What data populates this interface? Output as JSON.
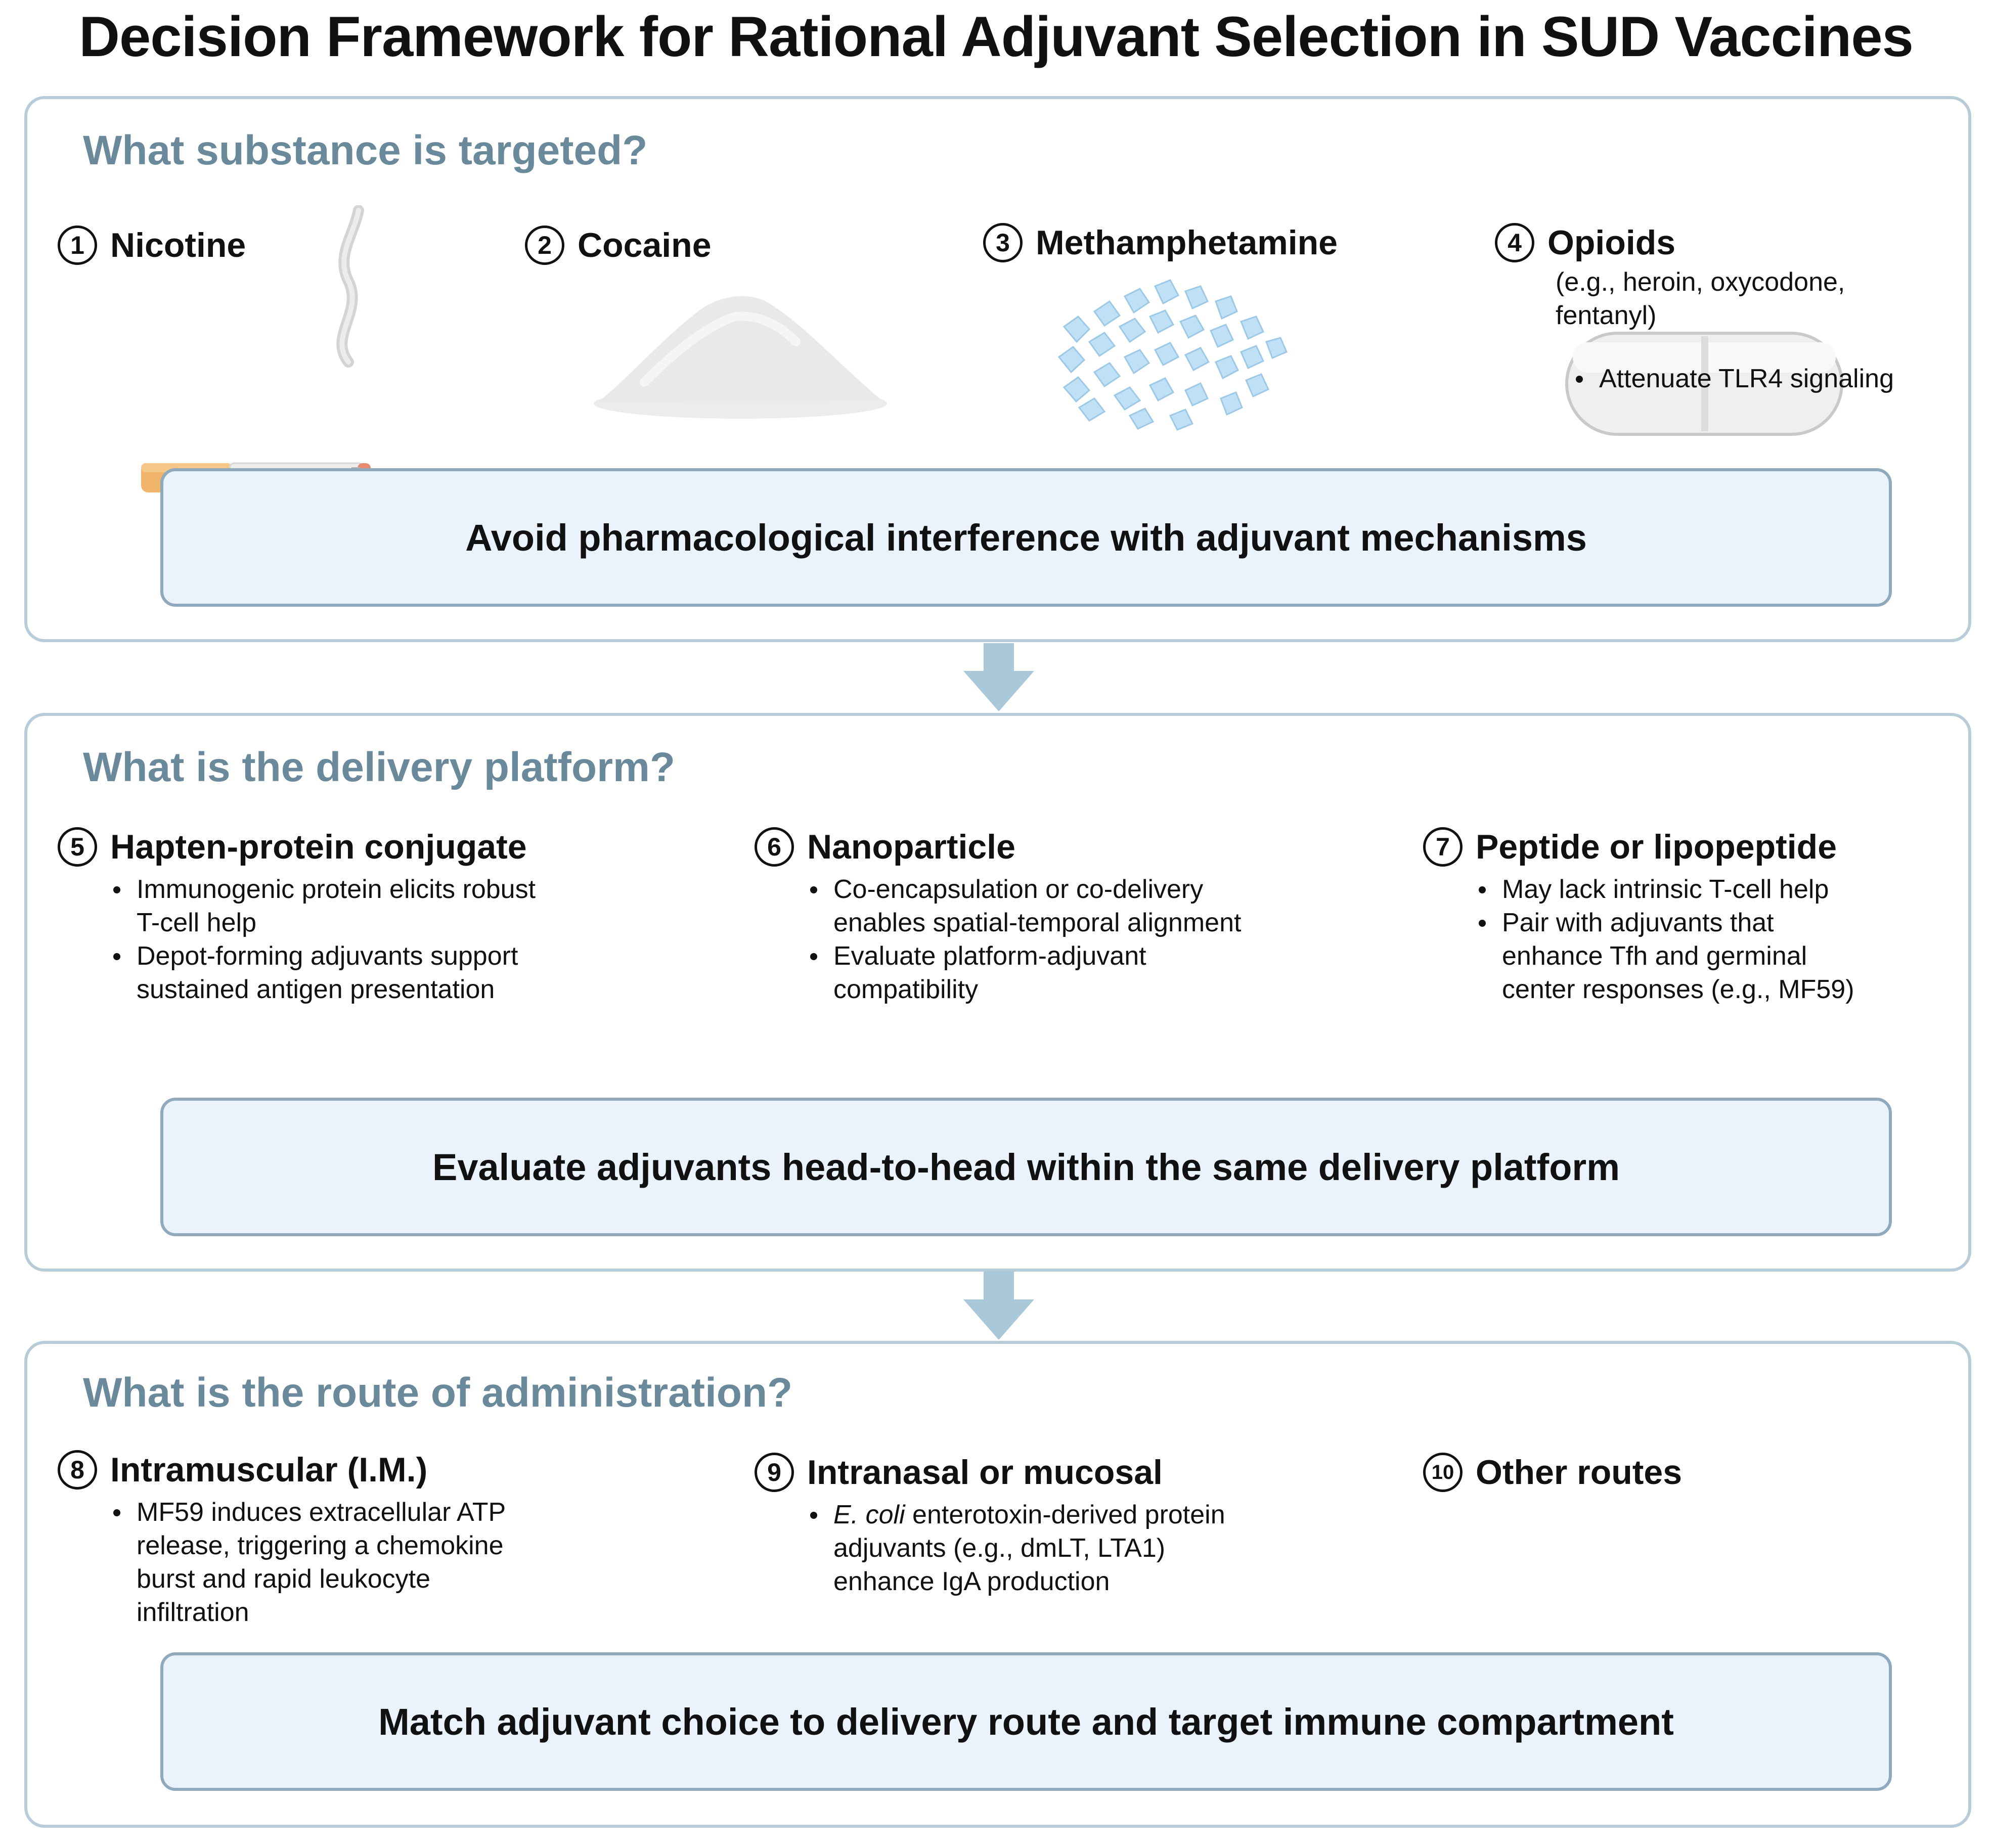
{
  "title": "Decision Framework for Rational Adjuvant Selection in SUD Vaccines",
  "panels": [
    {
      "question": "What substance is targeted?",
      "items": [
        {
          "num": "1",
          "label": "Nicotine"
        },
        {
          "num": "2",
          "label": "Cocaine"
        },
        {
          "num": "3",
          "label": "Methamphetamine"
        },
        {
          "num": "4",
          "label": "Opioids",
          "sub": "(e.g., heroin, oxycodone, fentanyl)",
          "bullets": [
            "Attenuate TLR4 signaling"
          ]
        }
      ],
      "callout": "Avoid pharmacological interference with adjuvant mechanisms"
    },
    {
      "question": "What is the delivery platform?",
      "items": [
        {
          "num": "5",
          "label": "Hapten-protein conjugate",
          "bullets": [
            "Immunogenic protein elicits robust T-cell help",
            "Depot-forming adjuvants support sustained antigen presentation"
          ]
        },
        {
          "num": "6",
          "label": "Nanoparticle",
          "bullets": [
            "Co-encapsulation or co-delivery enables spatial-temporal alignment",
            "Evaluate platform-adjuvant compatibility"
          ]
        },
        {
          "num": "7",
          "label": "Peptide or lipopeptide",
          "bullets": [
            "May lack intrinsic T-cell help",
            "Pair with adjuvants that enhance Tfh and germinal center responses (e.g., MF59)"
          ]
        }
      ],
      "callout": "Evaluate adjuvants head-to-head within the same delivery platform"
    },
    {
      "question": "What is the route of administration?",
      "items": [
        {
          "num": "8",
          "label": "Intramuscular (I.M.)",
          "bullets": [
            "MF59 induces extracellular ATP release, triggering a chemokine burst and rapid leukocyte infiltration"
          ]
        },
        {
          "num": "9",
          "label": "Intranasal or mucosal",
          "bullet_italic": "E. coli",
          "bullet_rest": " enterotoxin-derived protein adjuvants (e.g., dmLT, LTA1) enhance IgA production"
        },
        {
          "num": "10",
          "label": "Other routes"
        }
      ],
      "callout": "Match adjuvant choice to delivery route and target immune compartment"
    }
  ],
  "colors": {
    "panel_border": "#b7ccd8",
    "question_text": "#6a8a9c",
    "callout_fill": "#eaf2fb",
    "callout_border": "#91a9bd",
    "arrow": "#a9c8da"
  },
  "icons": [
    "cigarette-icon",
    "powder-pile-icon",
    "crystals-icon",
    "pill-icon"
  ]
}
